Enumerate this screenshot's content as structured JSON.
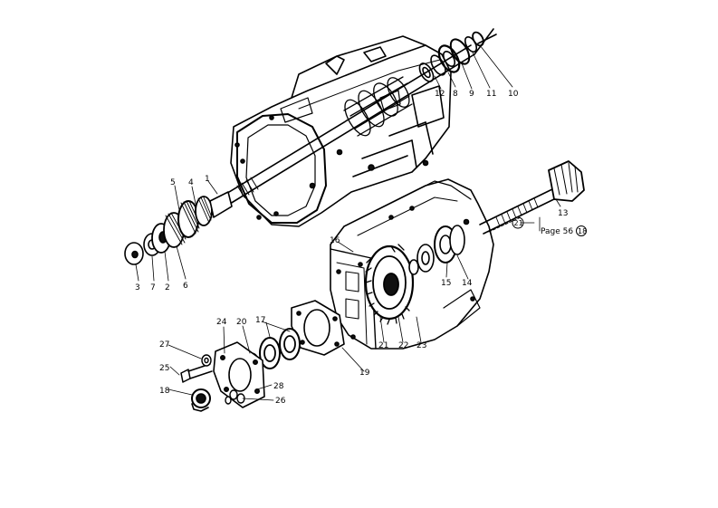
{
  "diagram": {
    "labels": {
      "p1": "1",
      "p2": "2",
      "p3": "3",
      "p4": "4",
      "p5": "5",
      "p6": "6",
      "p7": "7",
      "p8": "8",
      "p9": "9",
      "p10": "10",
      "p11": "11",
      "p12": "12",
      "p13": "13",
      "p14": "14",
      "p15": "15",
      "p16": "16",
      "p17": "17",
      "p18": "18",
      "p19": "19",
      "p20": "20",
      "p21": "21",
      "p22": "22",
      "p23": "23",
      "p24": "24",
      "p25": "25",
      "p26": "26",
      "p27": "27",
      "p28": "28"
    },
    "reference": {
      "circled": "21",
      "page_text": "Page 56",
      "page_circled": "18"
    }
  }
}
